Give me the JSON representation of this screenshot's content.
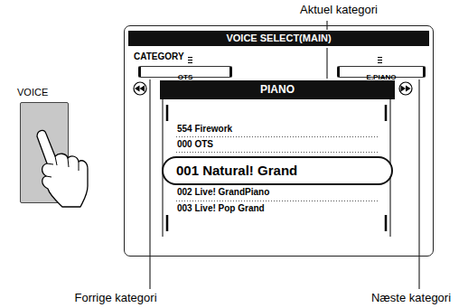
{
  "diagram": {
    "nodes": [
      {
        "text": [
          "VOICE"
        ]
      },
      {
        "text": [
          "VOICE SELECT(MAIN)"
        ]
      },
      {
        "text": [
          "OTS"
        ],
        "in": 1
      },
      {
        "text": [
          "E.PIANO"
        ],
        "in": 1
      },
      {
        "text": [
          "PIANO"
        ],
        "in": 1
      },
      {
        "text": [
          "001 Natural! Grand"
        ],
        "in": 1
      }
    ],
    "labels": [
      "Aktuel kategori",
      "CATEGORY",
      "554 Firework",
      "000 OTS",
      "002 Live! GrandPiano",
      "003 Live! Pop Grand",
      "Forrige kategori",
      "Næste kategori"
    ]
  }
}
